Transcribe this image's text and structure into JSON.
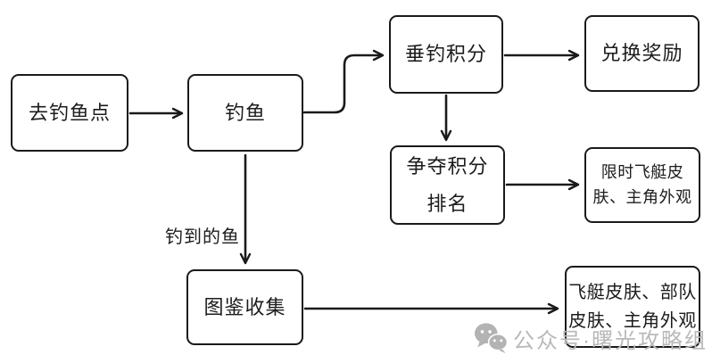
{
  "diagram": {
    "nodes": {
      "go_fishing_spot": {
        "lines": [
          "去钓鱼点"
        ]
      },
      "fishing": {
        "lines": [
          "钓鱼"
        ]
      },
      "fishing_points": {
        "lines": [
          "垂钓积分"
        ]
      },
      "exchange_rewards": {
        "lines": [
          "兑换奖励"
        ]
      },
      "points_ranking": {
        "lines": [
          "争夺积分",
          "排名"
        ]
      },
      "limited_airship_skins": {
        "lines": [
          "限时飞艇皮",
          "肤、主角外观"
        ]
      },
      "collection": {
        "lines": [
          "图鉴收集"
        ]
      },
      "collection_rewards": {
        "lines": [
          "飞艇皮肤、部队",
          "皮肤、主角外观"
        ]
      }
    },
    "edge_labels": {
      "caught_fish": "钓到的鱼"
    },
    "colors": {
      "line": "#1a1a1a",
      "box_fill": "#ffffff",
      "background": "#ffffff",
      "watermark": "#b9b9b9"
    }
  },
  "watermark": {
    "icon": "wechat-icon",
    "text": "公众号·曙光攻略组"
  }
}
